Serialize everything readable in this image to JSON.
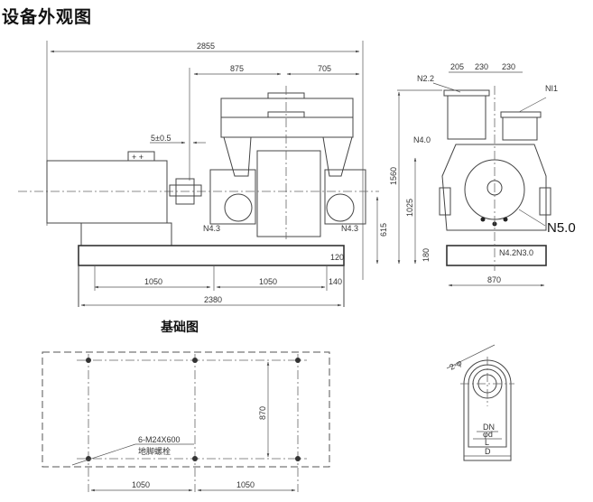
{
  "title": "设备外观图",
  "foundation_title": "基础图",
  "front_view": {
    "dims": {
      "overall": "2855",
      "d875": "875",
      "d705": "705",
      "gap": "5±0.5",
      "h615": "615",
      "d120": "120",
      "d1050a": "1050",
      "d1050b": "1050",
      "d140": "140",
      "d2380": "2380"
    },
    "ports": {
      "left": "N4.3",
      "right": "N4.3"
    }
  },
  "side_view": {
    "dims": {
      "d205": "205",
      "d230a": "230",
      "d230b": "230",
      "h1560": "1560",
      "h1025": "1025",
      "h180": "180",
      "w870": "870"
    },
    "ports": {
      "n22": "N2.2",
      "ni1": "NI1",
      "n40": "N4.0",
      "n50": "N5.0",
      "n42n30": "N4.2N3.0"
    }
  },
  "foundation": {
    "bolt_spec": "6-M24X600",
    "bolt_name": "地脚螺栓",
    "h870": "870",
    "d1050a": "1050",
    "d1050b": "1050"
  },
  "flange_detail": {
    "holes": "2-φ",
    "dn": "DN",
    "d1": "φd",
    "l": "L",
    "d": "D"
  }
}
